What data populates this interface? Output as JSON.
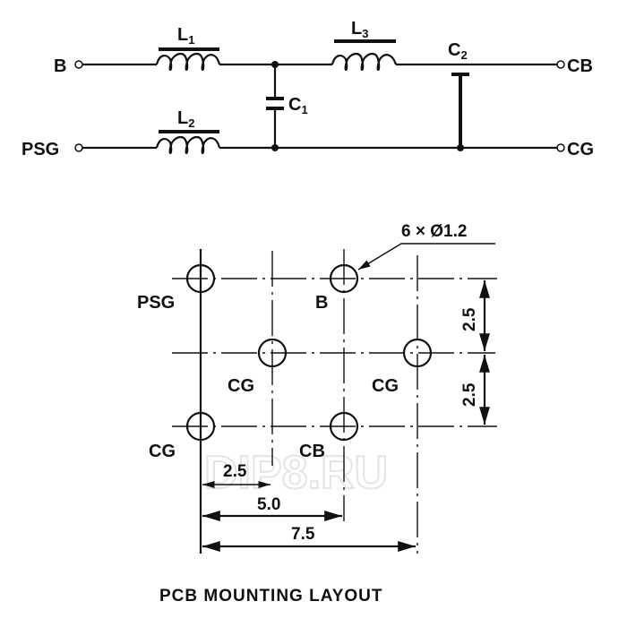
{
  "schematic": {
    "terminals": {
      "b": "B",
      "psg": "PSG",
      "cb": "CB",
      "cg": "CG"
    },
    "components": {
      "l1": {
        "letter": "L",
        "sub": "1"
      },
      "l2": {
        "letter": "L",
        "sub": "2"
      },
      "l3": {
        "letter": "L",
        "sub": "3"
      },
      "c1": {
        "letter": "C",
        "sub": "1"
      },
      "c2": {
        "letter": "C",
        "sub": "2"
      }
    }
  },
  "layout": {
    "hole_note": "6 × Ø1.2",
    "pins": {
      "psg": "PSG",
      "b": "B",
      "cg1": "CG",
      "cg2": "CG",
      "cg3": "CG",
      "cb": "CB"
    },
    "dims": {
      "v1": "2.5",
      "v2": "2.5",
      "h1": "2.5",
      "h2": "5.0",
      "h3": "7.5"
    },
    "title": "PCB MOUNTING LAYOUT"
  },
  "watermark": "DIP8.RU"
}
